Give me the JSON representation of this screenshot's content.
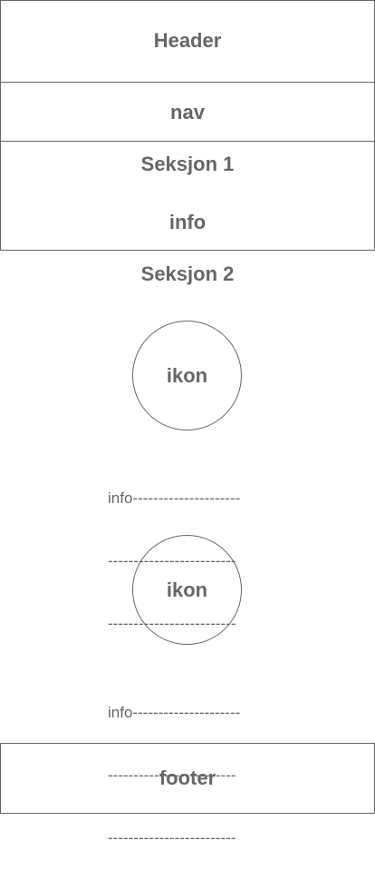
{
  "header": {
    "label": "Header"
  },
  "nav": {
    "label": "nav"
  },
  "section1": {
    "title": "Seksjon 1",
    "info": "info"
  },
  "section2": {
    "title": "Seksjon 2",
    "items": [
      {
        "icon_label": "ikon",
        "info_lines": [
          "info---------------------",
          "-------------------------",
          "-------------------------"
        ]
      },
      {
        "icon_label": "ikon",
        "info_lines": [
          "info---------------------",
          "-------------------------",
          "-------------------------"
        ]
      }
    ]
  },
  "footer": {
    "label": "footer"
  }
}
